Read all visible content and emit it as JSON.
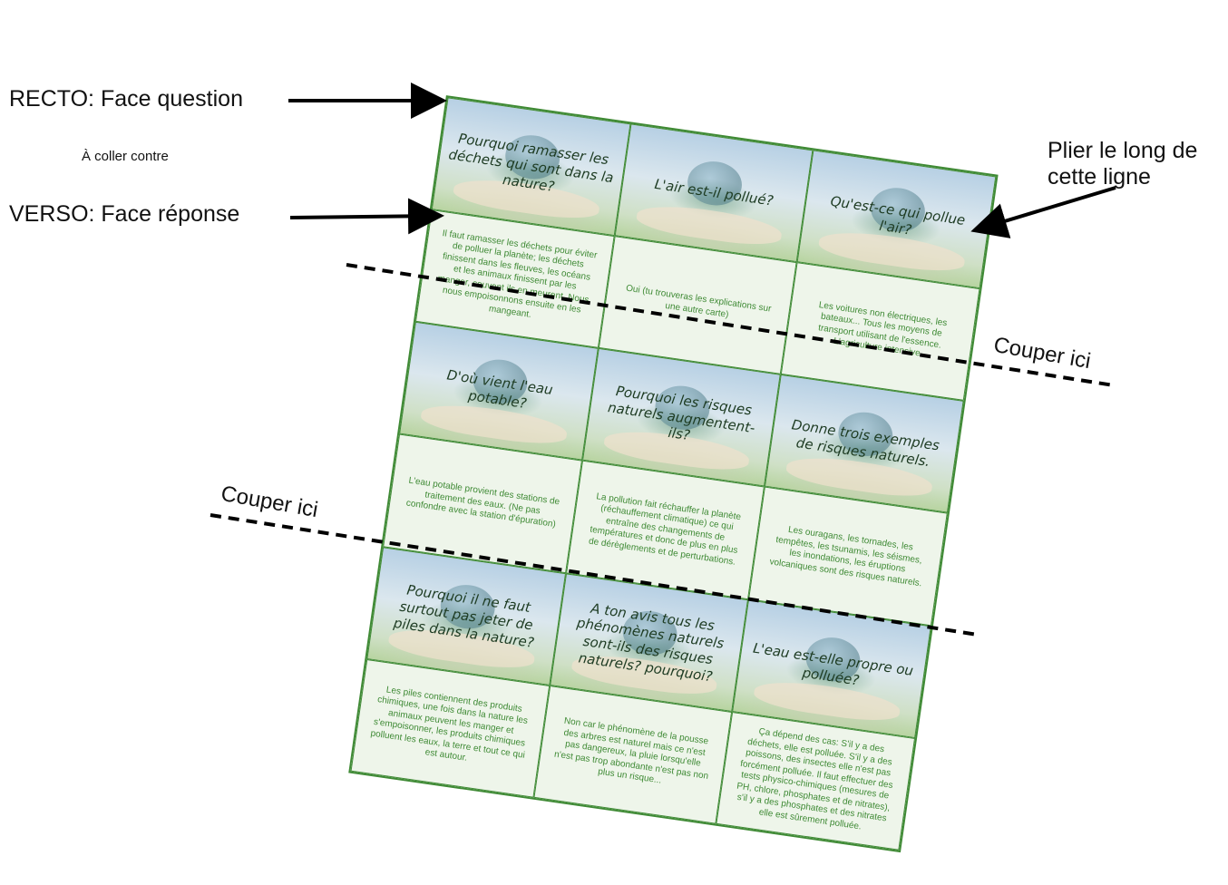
{
  "annotations": {
    "recto": "RECTO: Face question",
    "coller": "À coller contre",
    "verso": "VERSO: Face réponse",
    "plier": "Plier le long de\ncette ligne",
    "couper_right": "Couper ici",
    "couper_left": "Couper ici"
  },
  "cards": [
    {
      "q": "Pourquoi ramasser les déchets qui sont dans la nature?",
      "a": "Il faut ramasser les déchets pour éviter de polluer la planète; les déchets finissent dans les fleuves, les océans et les animaux finissent par les manger, souvent ils en meurent. Nous nous empoisonnons ensuite en les mangeant."
    },
    {
      "q": "L'air est-il pollué?",
      "a": "Oui (tu trouveras les explications sur une autre carte)"
    },
    {
      "q": "Qu'est-ce qui pollue l'air?",
      "a": "Les voitures non électriques, les bateaux... Tous les moyens de transport utilisant de l'essence. L'agriculture intensive."
    },
    {
      "q": "D'où vient l'eau potable?",
      "a": "L'eau potable provient des stations de traitement des eaux. (Ne pas confondre avec la station d'épuration)"
    },
    {
      "q": "Pourquoi les risques naturels augmentent-ils?",
      "a": "La pollution fait réchauffer la planète (réchauffement climatique) ce qui entraîne des changements de températures et donc de plus en plus de dérèglements et de perturbations."
    },
    {
      "q": "Donne trois exemples de risques naturels.",
      "a": "Les ouragans, les tornades, les tempêtes, les tsunamis, les séismes, les inondations, les éruptions volcaniques sont des risques naturels."
    },
    {
      "q": "Pourquoi il ne faut surtout pas jeter de piles dans la nature?",
      "a": "Les piles contiennent des produits chimiques, une fois dans la nature les animaux peuvent les manger et s'empoisonner, les produits chimiques polluent les eaux, la terre et tout ce qui est autour."
    },
    {
      "q": "A ton avis tous les phénomènes naturels sont-ils des risques naturels? pourquoi?",
      "a": "Non car le phénomène de la pousse des arbres est naturel mais ce n'est pas dangereux, la pluie lorsqu'elle n'est pas trop abondante n'est pas non plus un risque..."
    },
    {
      "q": "L'eau est-elle propre ou polluée?",
      "a": "Ça dépend des cas: S'il y a des déchets, elle est polluée. S'il y a des poissons, des insectes elle n'est pas forcément polluée. Il faut effectuer des tests physico-chimiques (mesures de PH, chlore, phosphates et de nitrates), s'il y a des phosphates et des nitrates elle est sûrement polluée."
    }
  ]
}
